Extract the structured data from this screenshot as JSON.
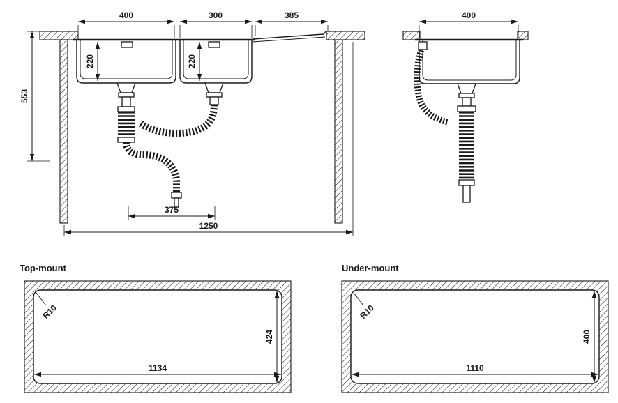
{
  "drawing": {
    "front_view": {
      "bowl1_width": "400",
      "bowl2_width": "300",
      "drainboard_width": "385",
      "bowl1_depth": "220",
      "bowl2_depth": "220",
      "overall_height": "553",
      "drain_spacing": "375",
      "overall_width": "1250"
    },
    "side_view": {
      "overall_width": "400"
    },
    "cutouts": {
      "top_mount": {
        "label": "Top-mount",
        "corner_radius": "R10",
        "cutout_width": "1134",
        "cutout_height": "424"
      },
      "under_mount": {
        "label": "Under-mount",
        "corner_radius": "R10",
        "cutout_width": "1110",
        "cutout_height": "400"
      }
    }
  },
  "colors": {
    "line": "#1a1a1a",
    "background": "#ffffff"
  }
}
